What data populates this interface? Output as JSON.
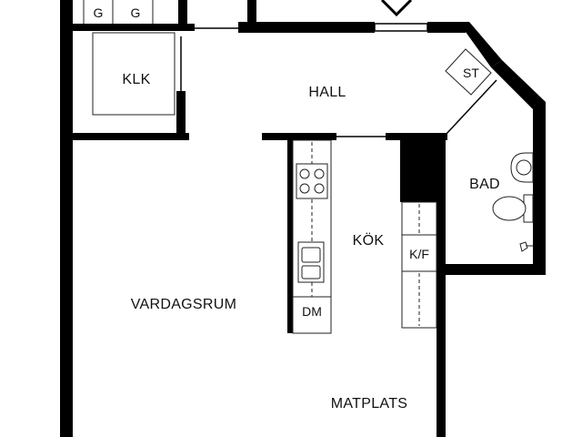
{
  "plan": {
    "rooms": {
      "hall": "HALL",
      "klk": "KLK",
      "vardagsrum": "VARDAGSRUM",
      "kok": "KÖK",
      "bad": "BAD",
      "matplats": "MATPLATS",
      "st": "ST",
      "kf": "K/F",
      "dm": "DM"
    },
    "wardrobes": [
      "G",
      "G"
    ],
    "colors": {
      "wall": "#000000",
      "fixture_line": "#222222",
      "background": "#ffffff"
    }
  }
}
